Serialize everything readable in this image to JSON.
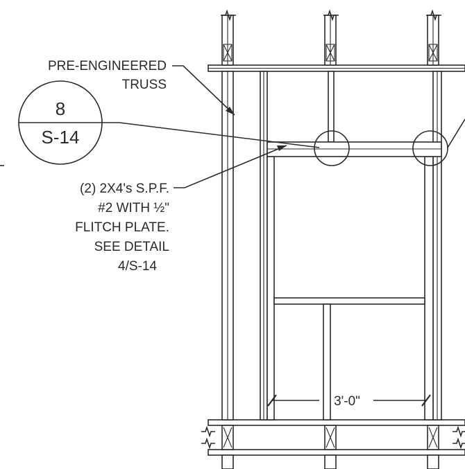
{
  "labels": {
    "truss_line1": "PRE-ENGINEERED",
    "truss_line2": "TRUSS",
    "detail_number": "8",
    "detail_sheet": "S-14",
    "flitch_line1": "(2) 2X4's S.P.F.",
    "flitch_line2": "#2 WITH ½\"",
    "flitch_line3": "FLITCH PLATE.",
    "flitch_line4": "SEE DETAIL",
    "flitch_line5": "4/S-14",
    "dimension": "3'-0\""
  },
  "colors": {
    "line": "#2a2a2a",
    "background": "#ffffff"
  }
}
